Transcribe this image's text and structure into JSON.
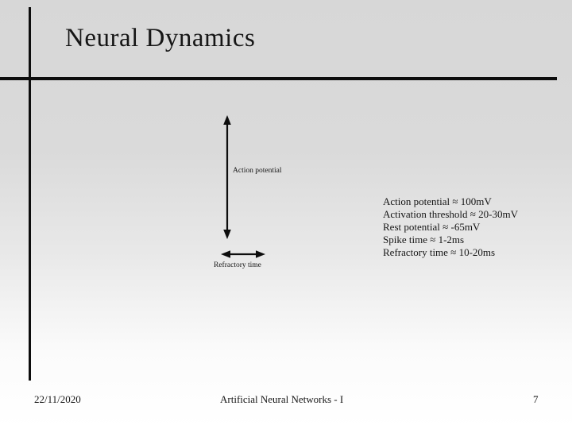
{
  "slide": {
    "title": "Neural Dynamics",
    "diagram": {
      "vertical_arrow_label": "Action potential",
      "horizontal_arrow_label": "Refractory time"
    },
    "facts": [
      "Action potential ≈ 100mV",
      "Activation threshold ≈ 20-30mV",
      "Rest potential ≈ -65mV",
      "Spike time ≈ 1-2ms",
      "Refractory time ≈ 10-20ms"
    ],
    "footer": {
      "date": "22/11/2020",
      "course": "Artificial Neural Networks - I",
      "page_number": "7"
    },
    "colors": {
      "background_top": "#d7d7d7",
      "background_bottom": "#ffffff",
      "rule": "#0d0d0d",
      "text": "#161616"
    }
  }
}
